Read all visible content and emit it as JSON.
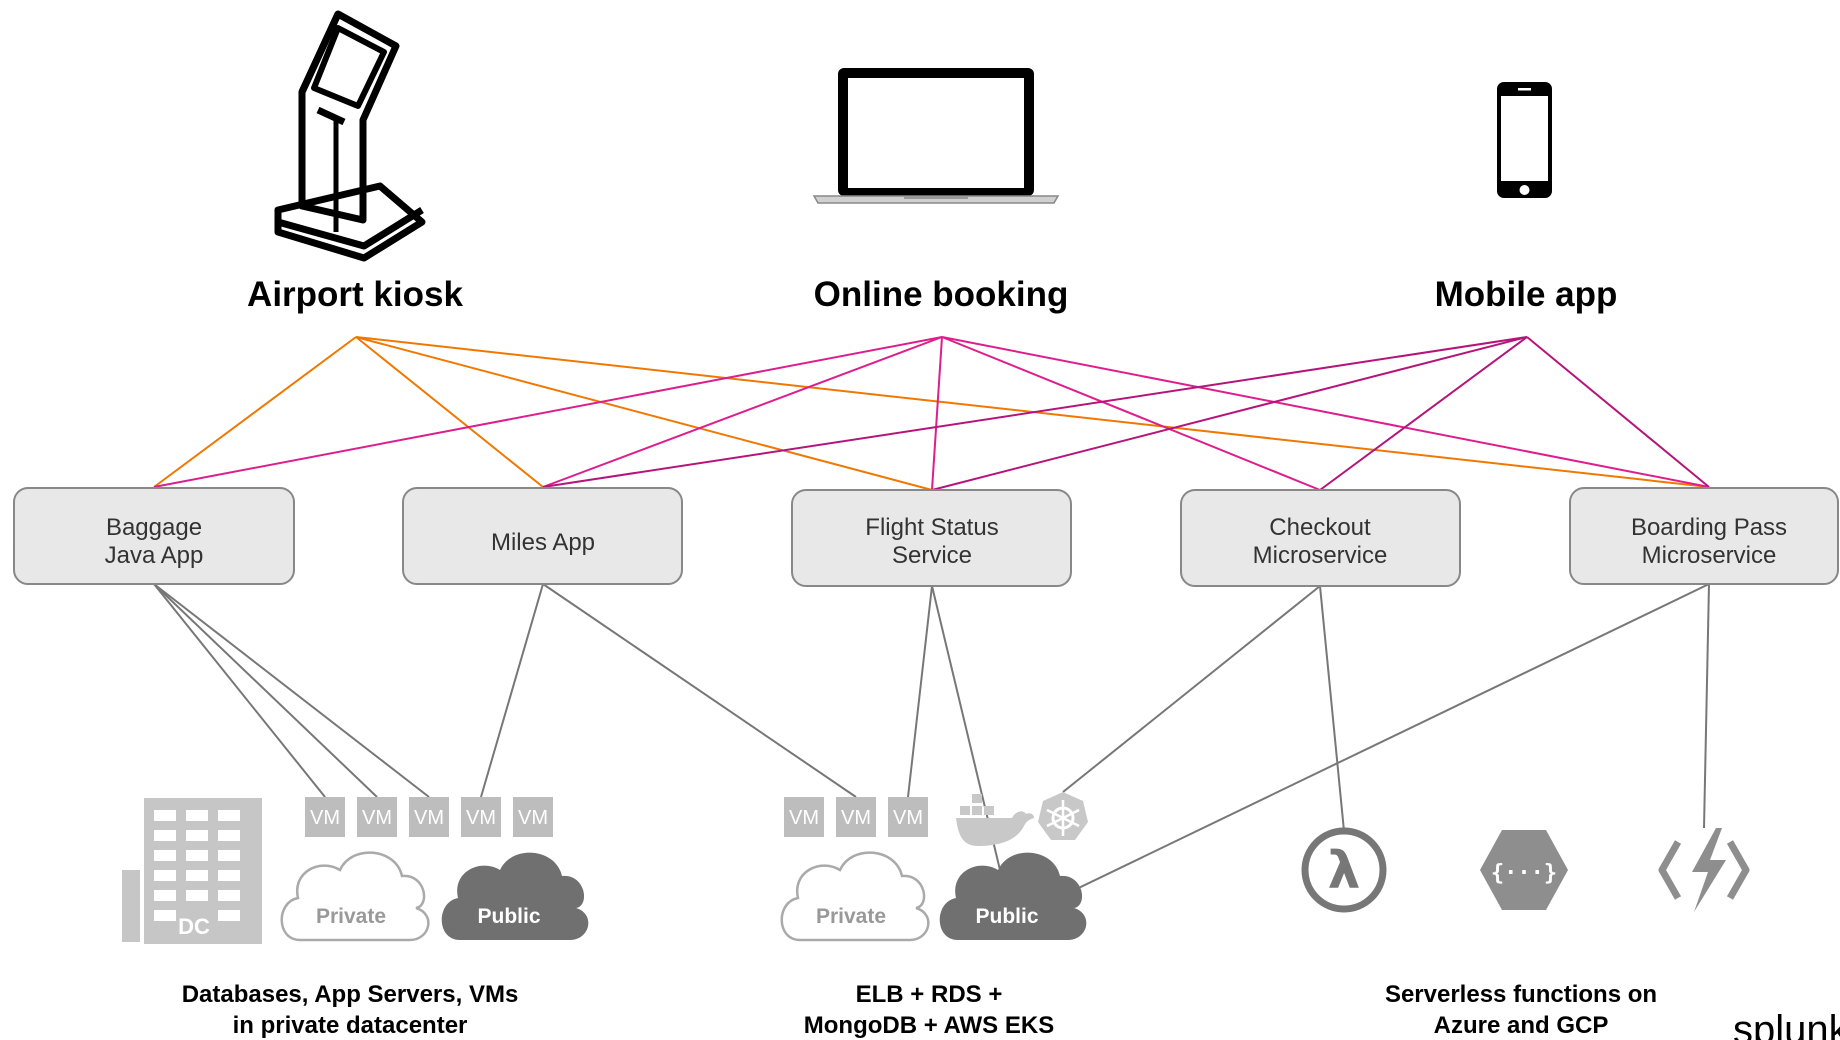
{
  "clients": [
    {
      "id": "kiosk",
      "label": "Airport kiosk",
      "icon": "kiosk-icon"
    },
    {
      "id": "online",
      "label": "Online booking",
      "icon": "laptop-icon"
    },
    {
      "id": "mobile",
      "label": "Mobile app",
      "icon": "smartphone-icon"
    }
  ],
  "services": [
    {
      "id": "baggage",
      "lines": [
        "Baggage",
        "Java App"
      ]
    },
    {
      "id": "miles",
      "lines": [
        "Miles App"
      ]
    },
    {
      "id": "flight",
      "lines": [
        "Flight Status",
        "Service"
      ]
    },
    {
      "id": "checkout",
      "lines": [
        "Checkout",
        "Microservice"
      ]
    },
    {
      "id": "boarding",
      "lines": [
        "Boarding Pass",
        "Microservice"
      ]
    }
  ],
  "vm_label": "VM",
  "dc_label": "DC",
  "clouds": {
    "private_label": "Private",
    "public_label": "Public"
  },
  "footers": [
    {
      "lines": [
        "Databases, App Servers, VMs",
        "in private datacenter"
      ]
    },
    {
      "lines": [
        "ELB + RDS +",
        "MongoDB + AWS EKS"
      ]
    },
    {
      "lines": [
        "Serverless functions on",
        "Azure and GCP"
      ]
    }
  ],
  "logo_text": "splunk",
  "colors": {
    "kiosk_links": "#f07800",
    "online_links": "#dd1e8c",
    "mobile_links": "#b5157a",
    "infra_links": "#777777",
    "service_fill": "#e8e8e8",
    "service_border": "#888888",
    "infra_gray": "#bdbdbd",
    "public_cloud": "#707070"
  }
}
